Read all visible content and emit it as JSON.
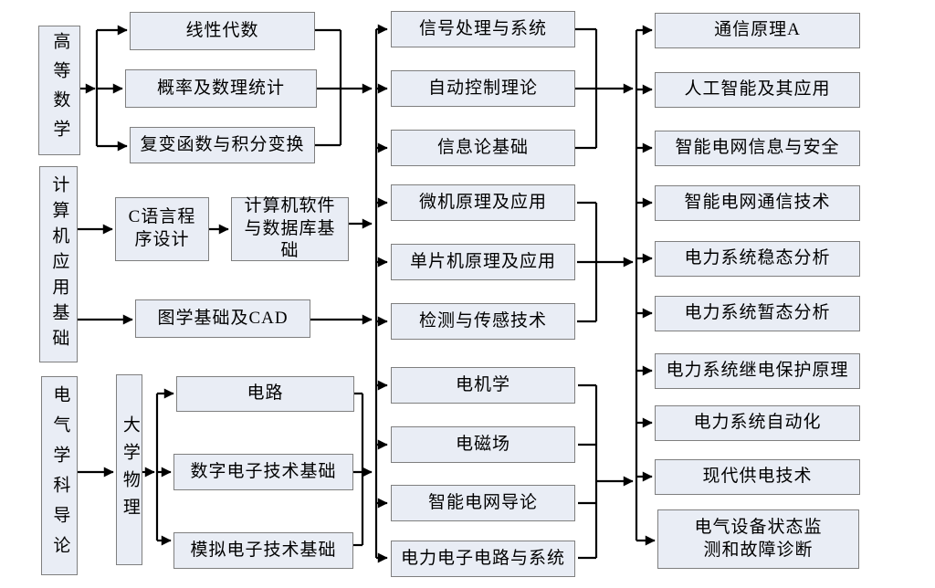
{
  "diagram_type": "course-prerequisite-flowchart",
  "colors": {
    "box_fill": "#e9edf5",
    "box_border": "#7f7f7f",
    "connector": "#000000",
    "background": "#ffffff",
    "text": "#000000"
  },
  "nodes": {
    "advanced_math": "高等数学",
    "computer_app_basics": "计算机应用基础",
    "electrical_intro": "电气学科导论",
    "college_physics": "大学物理",
    "linear_algebra": "线性代数",
    "probability_statistics": "概率及数理统计",
    "complex_functions": "复变函数与积分变换",
    "c_programming": "C语言程序设计",
    "software_database": "计算机软件与数据库基础",
    "graphics_cad": "图学基础及CAD",
    "circuits": "电路",
    "digital_electronics": "数字电子技术基础",
    "analog_electronics": "模拟电子技术基础",
    "signal_processing": "信号处理与系统",
    "auto_control": "自动控制理论",
    "information_theory": "信息论基础",
    "microcomputer": "微机原理及应用",
    "mcu": "单片机原理及应用",
    "sensing": "检测与传感技术",
    "electric_machinery": "电机学",
    "electromagnetic_field": "电磁场",
    "smart_grid_intro": "智能电网导论",
    "power_electronics": "电力电子电路与系统",
    "communication_principles": "通信原理A",
    "ai_applications": "人工智能及其应用",
    "smart_grid_info_security": "智能电网信息与安全",
    "smart_grid_comm": "智能电网通信技术",
    "power_steady_state": "电力系统稳态分析",
    "power_transient": "电力系统暂态分析",
    "relay_protection": "电力系统继电保护原理",
    "power_automation": "电力系统自动化",
    "modern_power_supply": "现代供电技术",
    "equipment_monitoring": "电气设备状态监测和故障诊断"
  },
  "edges": [
    {
      "from": [
        "advanced_math"
      ],
      "to": [
        "linear_algebra",
        "probability_statistics",
        "complex_functions"
      ]
    },
    {
      "from": [
        "linear_algebra",
        "probability_statistics",
        "complex_functions"
      ],
      "to": [
        "middle_column_bus"
      ]
    },
    {
      "from": [
        "computer_app_basics"
      ],
      "to": [
        "c_programming",
        "graphics_cad"
      ]
    },
    {
      "from": [
        "c_programming"
      ],
      "to": [
        "software_database"
      ]
    },
    {
      "from": [
        "software_database"
      ],
      "to": [
        "middle_column_bus"
      ]
    },
    {
      "from": [
        "graphics_cad"
      ],
      "to": [
        "middle_column_bus"
      ]
    },
    {
      "from": [
        "electrical_intro"
      ],
      "to": [
        "college_physics"
      ]
    },
    {
      "from": [
        "college_physics"
      ],
      "to": [
        "circuits",
        "digital_electronics",
        "analog_electronics"
      ]
    },
    {
      "from": [
        "circuits",
        "digital_electronics",
        "analog_electronics"
      ],
      "to": [
        "middle_column_bus"
      ]
    },
    {
      "from": [
        "middle_column_bus"
      ],
      "to": [
        "signal_processing",
        "auto_control",
        "information_theory",
        "microcomputer",
        "mcu",
        "sensing",
        "electric_machinery",
        "electromagnetic_field",
        "smart_grid_intro",
        "power_electronics"
      ]
    },
    {
      "from": [
        "signal_processing",
        "auto_control",
        "information_theory"
      ],
      "to": [
        "right_column_bus"
      ]
    },
    {
      "from": [
        "microcomputer",
        "mcu",
        "sensing"
      ],
      "to": [
        "right_column_bus"
      ]
    },
    {
      "from": [
        "electric_machinery",
        "electromagnetic_field",
        "smart_grid_intro",
        "power_electronics"
      ],
      "to": [
        "right_column_bus"
      ]
    },
    {
      "from": [
        "right_column_bus"
      ],
      "to": [
        "communication_principles",
        "ai_applications",
        "smart_grid_info_security",
        "smart_grid_comm",
        "power_steady_state",
        "power_transient",
        "relay_protection",
        "power_automation",
        "modern_power_supply",
        "equipment_monitoring"
      ]
    }
  ]
}
